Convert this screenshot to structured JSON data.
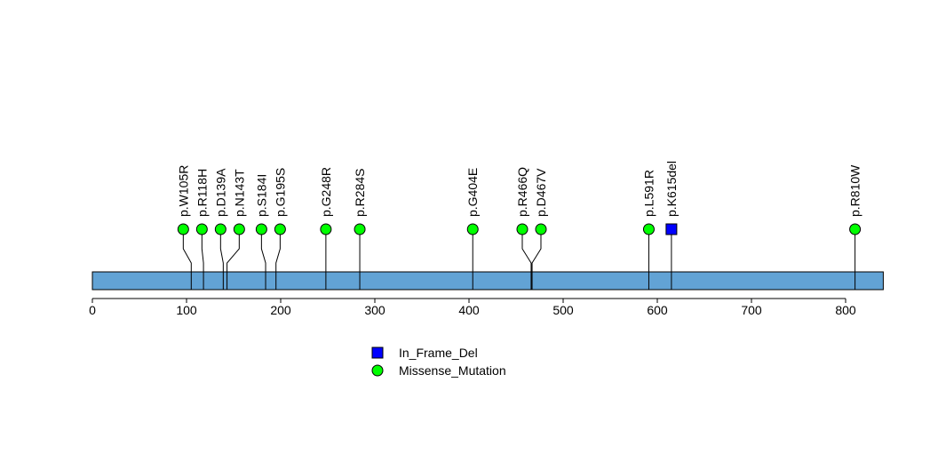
{
  "chart_data": {
    "type": "lollipop",
    "xlim": [
      0,
      840
    ],
    "x_ticks": [
      0,
      100,
      200,
      300,
      400,
      500,
      600,
      700,
      800
    ],
    "x_tick_labels": [
      "0",
      "100",
      "200",
      "300",
      "400",
      "500",
      "600",
      "700",
      "800"
    ],
    "protein_length": 840,
    "bar_color": "#62A3D5",
    "mutations": [
      {
        "label": "p.W105R",
        "position": 105,
        "type": "Missense_Mutation"
      },
      {
        "label": "p.R118H",
        "position": 118,
        "type": "Missense_Mutation"
      },
      {
        "label": "p.D139A",
        "position": 139,
        "type": "Missense_Mutation"
      },
      {
        "label": "p.N143T",
        "position": 143,
        "type": "Missense_Mutation"
      },
      {
        "label": "p.S184I",
        "position": 184,
        "type": "Missense_Mutation"
      },
      {
        "label": "p.G195S",
        "position": 195,
        "type": "Missense_Mutation"
      },
      {
        "label": "p.G248R",
        "position": 248,
        "type": "Missense_Mutation"
      },
      {
        "label": "p.R284S",
        "position": 284,
        "type": "Missense_Mutation"
      },
      {
        "label": "p.G404E",
        "position": 404,
        "type": "Missense_Mutation"
      },
      {
        "label": "p.R466Q",
        "position": 466,
        "type": "Missense_Mutation"
      },
      {
        "label": "p.D467V",
        "position": 467,
        "type": "Missense_Mutation"
      },
      {
        "label": "p.L591R",
        "position": 591,
        "type": "Missense_Mutation"
      },
      {
        "label": "p.K615del",
        "position": 615,
        "type": "In_Frame_Del"
      },
      {
        "label": "p.R810W",
        "position": 810,
        "type": "Missense_Mutation"
      }
    ],
    "legend": [
      {
        "label": "In_Frame_Del",
        "shape": "square",
        "color": "#0000FF"
      },
      {
        "label": "Missense_Mutation",
        "shape": "circle",
        "color": "#00FF00"
      }
    ],
    "legend_position": "bottom-center"
  }
}
